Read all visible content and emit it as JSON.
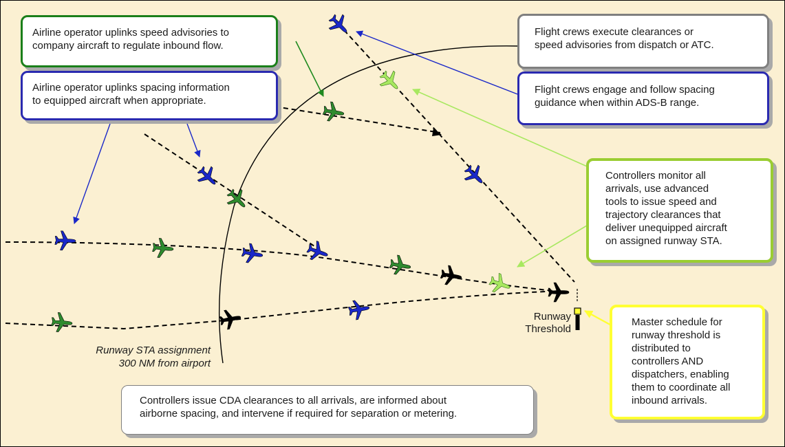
{
  "colors": {
    "background": "#FBF0D2",
    "green": "#2E8B2E",
    "blue": "#1A28C8",
    "light_green": "#A8E860",
    "black": "#000000",
    "gray": "#808080",
    "yellow": "#FFFF33"
  },
  "boxes": {
    "green_topleft": [
      "Airline operator uplinks speed advisories to",
      "company aircraft to regulate inbound flow."
    ],
    "blue_left": [
      "Airline operator uplinks spacing information",
      "to equipped aircraft when appropriate."
    ],
    "gray_topright": [
      "Flight crews execute clearances or",
      "speed advisories from dispatch or ATC."
    ],
    "blue_right": [
      "Flight crews engage and follow spacing",
      "guidance when within ADS-B range."
    ],
    "lightgreen_right": [
      "Controllers monitor all",
      "arrivals, use advanced",
      "tools to issue speed and",
      "trajectory clearances that",
      "deliver unequipped aircraft",
      "on assigned runway STA."
    ],
    "yellow_right": [
      "Master schedule for",
      "runway threshold is",
      "distributed to",
      "controllers AND",
      "dispatchers, enabling",
      "them to coordinate all",
      "inbound arrivals."
    ],
    "bottom_center": [
      "Controllers issue CDA clearances to all arrivals, are informed about",
      "airborne spacing, and intervene if required for separation or metering."
    ]
  },
  "labels": {
    "runway_threshold": [
      "Runway",
      "Threshold"
    ],
    "sta_assignment": [
      "Runway STA assignment",
      "300 NM from airport"
    ]
  },
  "aircraft": [
    {
      "id": "topright-blue",
      "color": "blue",
      "heading": 135
    },
    {
      "id": "topright-lightgreen",
      "color": "light_green",
      "heading": 135
    },
    {
      "id": "upper-green",
      "color": "green",
      "heading": 100
    },
    {
      "id": "midright-blue",
      "color": "blue",
      "heading": 135
    },
    {
      "id": "midleft-blue",
      "color": "blue",
      "heading": 135
    },
    {
      "id": "midleft-green",
      "color": "green",
      "heading": 135
    },
    {
      "id": "row1-blue-a",
      "color": "blue",
      "heading": 92
    },
    {
      "id": "row1-green-a",
      "color": "green",
      "heading": 95
    },
    {
      "id": "row1-blue-b",
      "color": "blue",
      "heading": 100
    },
    {
      "id": "row1-blue-c",
      "color": "blue",
      "heading": 110
    },
    {
      "id": "row1-green-b",
      "color": "green",
      "heading": 100
    },
    {
      "id": "row1-black",
      "color": "black",
      "heading": 100
    },
    {
      "id": "row1-lightgreen",
      "color": "light_green",
      "heading": 110
    },
    {
      "id": "final-black",
      "color": "black",
      "heading": 90
    },
    {
      "id": "row2-green",
      "color": "green",
      "heading": 95
    },
    {
      "id": "row2-black",
      "color": "black",
      "heading": 80
    },
    {
      "id": "row2-blue",
      "color": "blue",
      "heading": 80
    }
  ]
}
